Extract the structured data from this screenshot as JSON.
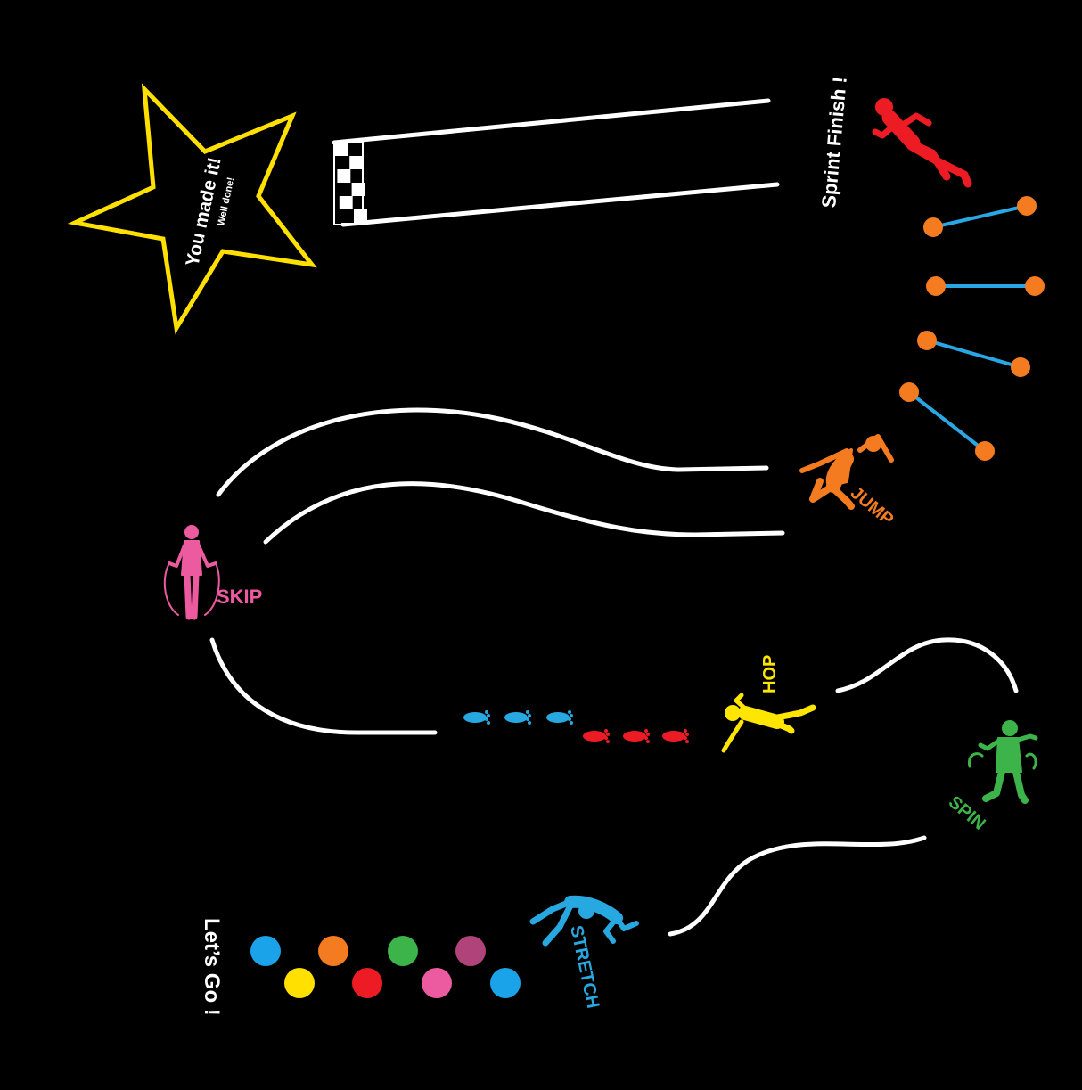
{
  "labels": {
    "you_made_it": "You made it!",
    "well_done": "Well done!",
    "sprint_finish": "Sprint Finish !",
    "jump": "JUMP",
    "skip": "SKIP",
    "hop": "HOP",
    "spin": "SPIN",
    "stretch": "STRETCH",
    "lets_go": "Let’s Go !"
  },
  "colors": {
    "background": "#000000",
    "star": "#ffe000",
    "sprint": "#ed1c24",
    "jump": "#f47b20",
    "skip": "#ec5aa0",
    "hop": "#ffe600",
    "spin": "#3cb44a",
    "stretch": "#27a8e0",
    "ladder_rung": "#2aa6e4",
    "ladder_dot": "#f47b20",
    "foot_blue": "#27a8e0",
    "foot_red": "#ed1c24"
  },
  "start_dots": [
    "#1aa3e8",
    "#f47b20",
    "#3cb44a",
    "#b0447a",
    "#ffe000",
    "#ed1c24",
    "#ec5aa0",
    "#1aa3e8"
  ],
  "icons": [
    "star-outline",
    "checkered-flag",
    "running-figure",
    "jumping-figure",
    "skipping-rope-figure",
    "hopping-figure",
    "spinning-figure",
    "stretching-figure",
    "footprints"
  ]
}
